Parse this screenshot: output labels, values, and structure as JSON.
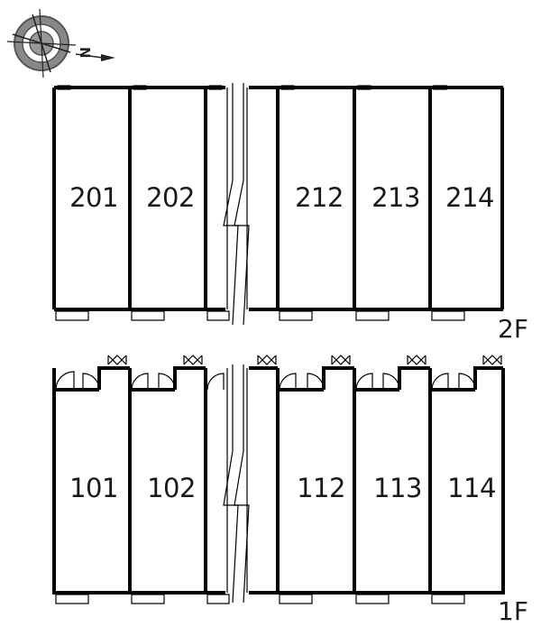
{
  "compass": {
    "label": "N"
  },
  "floors": [
    {
      "label": "2F",
      "rooms": [
        "201",
        "202",
        "212",
        "213",
        "214"
      ]
    },
    {
      "label": "1F",
      "rooms": [
        "101",
        "102",
        "112",
        "113",
        "114"
      ]
    }
  ],
  "colors": {
    "line": "#000000",
    "compass_gray": "#555555",
    "background": "#ffffff"
  }
}
